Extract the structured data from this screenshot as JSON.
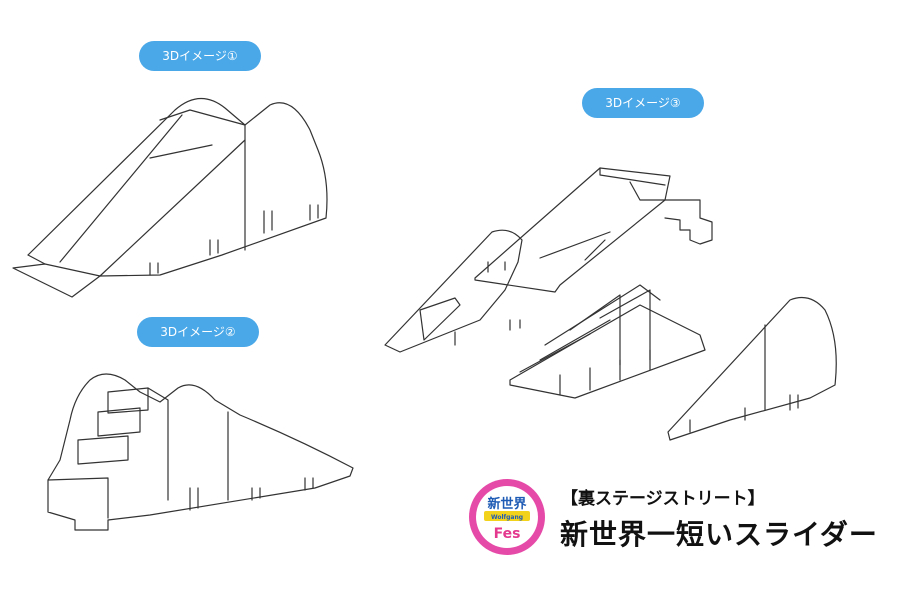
{
  "labels": {
    "image1": "3Dイメージ①",
    "image2": "3Dイメージ②",
    "image3": "3Dイメージ③"
  },
  "caption": {
    "subtitle": "【裏ステージストリート】",
    "title": "新世界一短いスライダー"
  },
  "logo": {
    "line1": "新世界",
    "line2": "Wolfgang",
    "line3": "Fes",
    "colors": {
      "outer": "#e64aa8",
      "inner": "#ffffff",
      "yellow": "#f3d21b",
      "blue": "#1e5bb5",
      "pink": "#e3388e"
    }
  },
  "colors": {
    "pill": "#4aa8e8",
    "line": "#333333"
  }
}
